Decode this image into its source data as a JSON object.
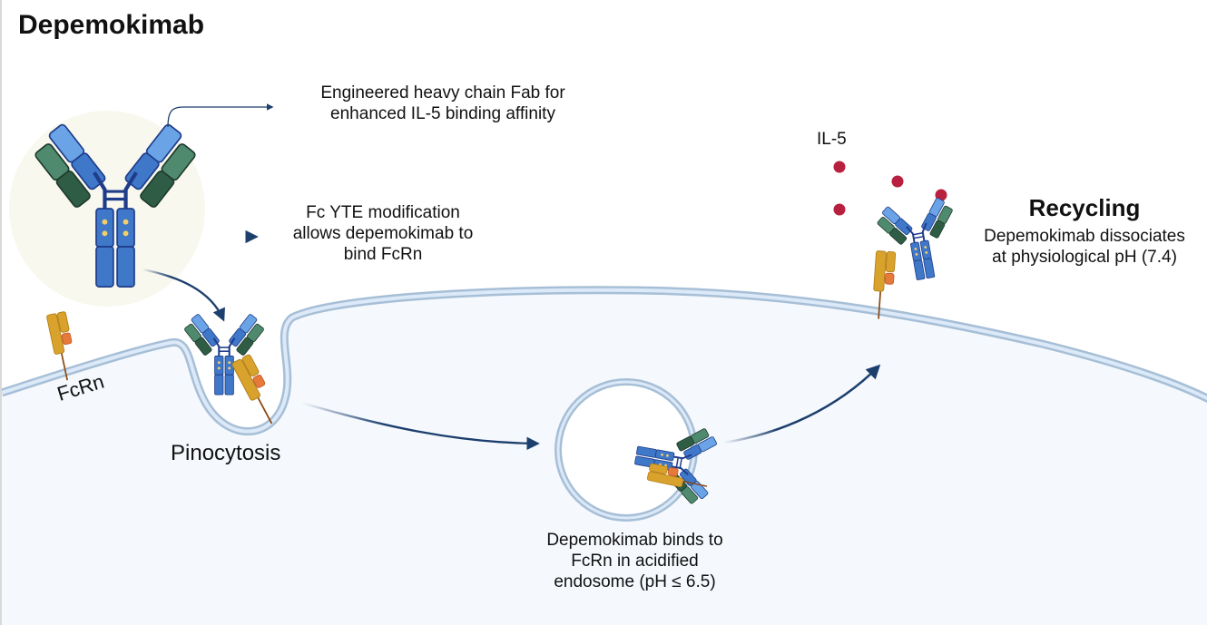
{
  "title": "Depemokimab",
  "callouts": {
    "fab_line1": "Engineered heavy chain Fab for",
    "fab_line2": "enhanced IL-5 binding affinity",
    "fc_line1": "Fc YTE modification",
    "fc_line2": "allows depemokimab to",
    "fc_line3": "bind FcRn"
  },
  "labels": {
    "il5": "IL-5",
    "fcrn": "FcRn",
    "pinocytosis": "Pinocytosis",
    "recycling_heading": "Recycling",
    "recycling_line1": "Depemokimab dissociates",
    "recycling_line2": "at physiological pH (7.4)",
    "endosome_line1": "Depemokimab binds to",
    "endosome_line2": "FcRn in acidified",
    "endosome_line3": "endosome (pH ≤ 6.5)"
  },
  "colors": {
    "arrow": "#1d3f6e",
    "heavy_light_blue": "#6aa4e6",
    "heavy_mid_blue": "#3f78c8",
    "light_chain_green": "#4f8a6f",
    "light_chain_dark_green": "#2f5c45",
    "hinge": "#1f3c8a",
    "fcrn_gold": "#d9a22c",
    "fcrn_orange": "#e57a3a",
    "il5_red": "#b8203f",
    "membrane": "#a7bfd6",
    "cytoplasm": "#f5f9fd",
    "highlight_circle": "#f8f8ef"
  }
}
